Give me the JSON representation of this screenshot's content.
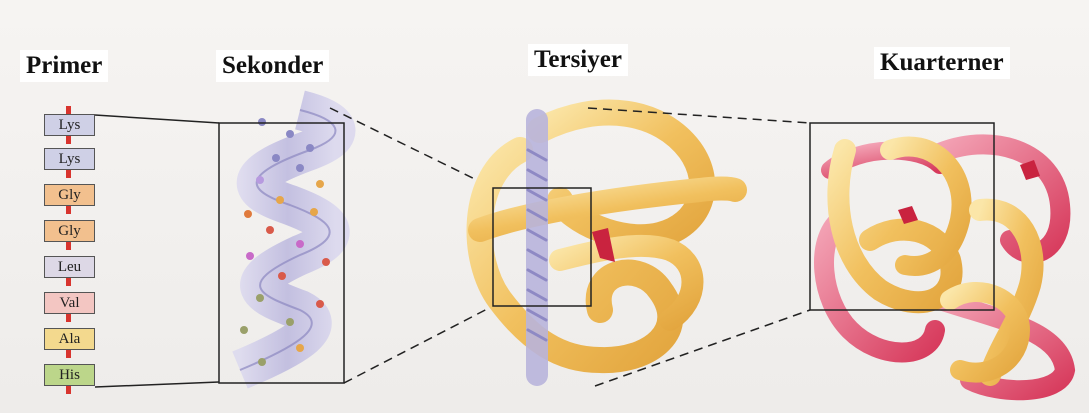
{
  "labels": {
    "primer": "Primer",
    "sekonder": "Sekonder",
    "tersiyer": "Tersiyer",
    "kuarterner": "Kuarterner"
  },
  "amino_acids": [
    {
      "name": "Lys",
      "color": "#cfd0e6"
    },
    {
      "name": "Lys",
      "color": "#cfd0e6"
    },
    {
      "name": "Gly",
      "color": "#f2c08e"
    },
    {
      "name": "Gly",
      "color": "#f2c08e"
    },
    {
      "name": "Leu",
      "color": "#ddd8e6"
    },
    {
      "name": "Val",
      "color": "#f3c6c2"
    },
    {
      "name": "Ala",
      "color": "#f3d98e"
    },
    {
      "name": "His",
      "color": "#bcd68a"
    }
  ],
  "colors": {
    "helix": "#b7b3dc",
    "ribbon_gold": "#f3c766",
    "ribbon_red": "#df4a6a",
    "zoom_lines": "#222222"
  }
}
